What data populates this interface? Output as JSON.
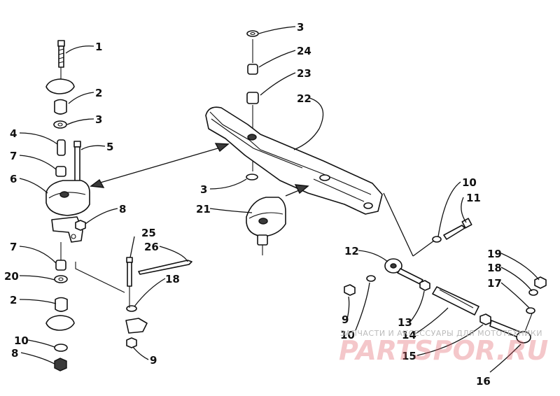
{
  "callouts": [
    {
      "id": "c1",
      "text": "1"
    },
    {
      "id": "c2a",
      "text": "2"
    },
    {
      "id": "c3a",
      "text": "3"
    },
    {
      "id": "c4",
      "text": "4"
    },
    {
      "id": "c5",
      "text": "5"
    },
    {
      "id": "c6",
      "text": "6"
    },
    {
      "id": "c7a",
      "text": "7"
    },
    {
      "id": "c8a",
      "text": "8"
    },
    {
      "id": "c7b",
      "text": "7"
    },
    {
      "id": "c20",
      "text": "20"
    },
    {
      "id": "c2b",
      "text": "2"
    },
    {
      "id": "c10a",
      "text": "10"
    },
    {
      "id": "c8b",
      "text": "8"
    },
    {
      "id": "c3b",
      "text": "3"
    },
    {
      "id": "c24",
      "text": "24"
    },
    {
      "id": "c23",
      "text": "23"
    },
    {
      "id": "c22",
      "text": "22"
    },
    {
      "id": "c3c",
      "text": "3"
    },
    {
      "id": "c21",
      "text": "21"
    },
    {
      "id": "c25",
      "text": "25"
    },
    {
      "id": "c26",
      "text": "26"
    },
    {
      "id": "c18a",
      "text": "18"
    },
    {
      "id": "c9a",
      "text": "9"
    },
    {
      "id": "c10b",
      "text": "10"
    },
    {
      "id": "c11",
      "text": "11"
    },
    {
      "id": "c12",
      "text": "12"
    },
    {
      "id": "c19",
      "text": "19"
    },
    {
      "id": "c18b",
      "text": "18"
    },
    {
      "id": "c17",
      "text": "17"
    },
    {
      "id": "c9b",
      "text": "9"
    },
    {
      "id": "c10c",
      "text": "10"
    },
    {
      "id": "c13",
      "text": "13"
    },
    {
      "id": "c14",
      "text": "14"
    },
    {
      "id": "c15",
      "text": "15"
    },
    {
      "id": "c16",
      "text": "16"
    }
  ],
  "watermark": {
    "caption": "ЗАПЧАСТИ И АКСЕССУАРЫ ДЛЯ МОТОТЕХНИКИ",
    "logo": "PARTSPOR.RU",
    "color": "#e0606a"
  }
}
